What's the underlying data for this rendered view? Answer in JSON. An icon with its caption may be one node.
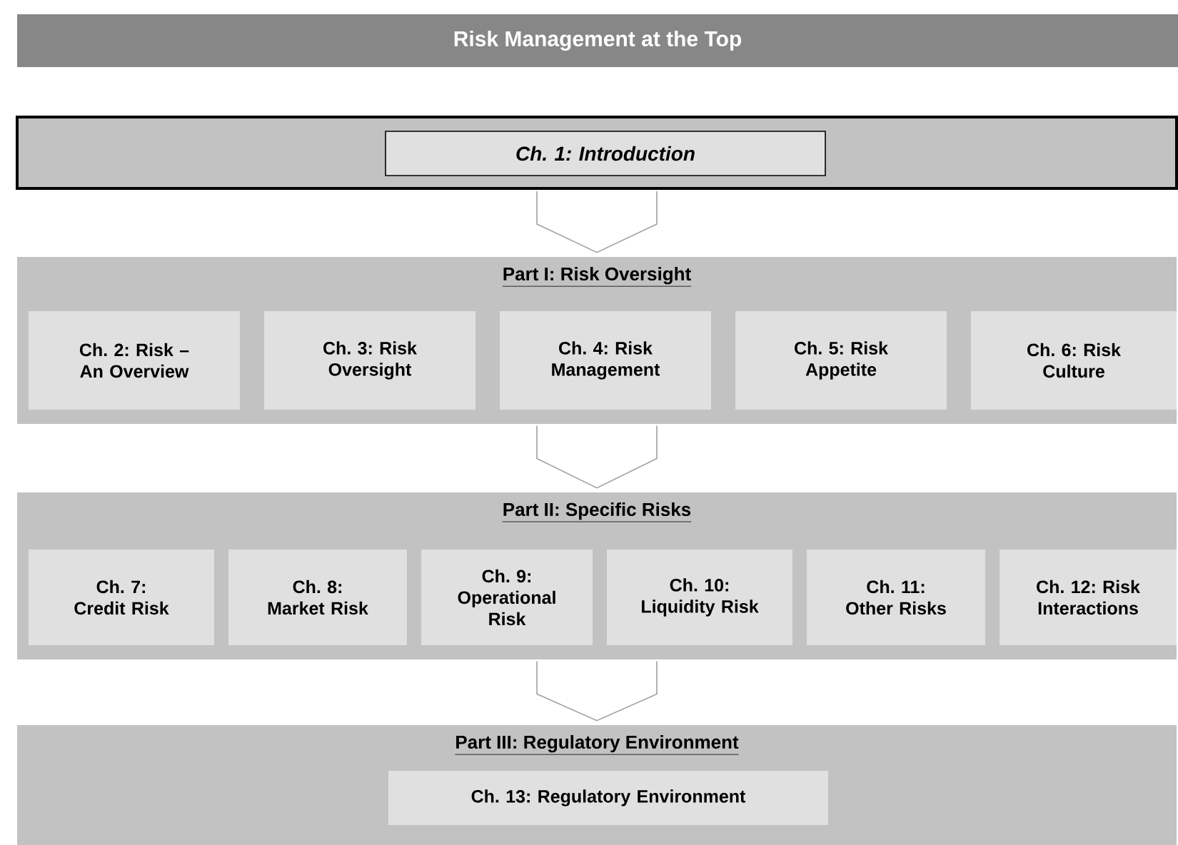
{
  "diagram": {
    "title": "Risk Management at the Top",
    "nodes": [
      {
        "text": [],
        "shape": "box"
      },
      {
        "text": [
          "Ch. 1: Introduction"
        ],
        "in": 0
      },
      {
        "text": [
          "Part I: Risk Oversight"
        ]
      },
      {
        "text": [
          "Ch. 2: Risk – An Overview"
        ],
        "in": 2
      },
      {
        "text": [
          "Ch. 3: Risk Oversight"
        ],
        "in": 2
      },
      {
        "text": [
          "Ch. 4: Risk Management"
        ],
        "in": 2
      },
      {
        "text": [
          "Ch. 5: Risk Appetite"
        ],
        "in": 2
      },
      {
        "text": [
          "Ch. 6: Risk Culture"
        ],
        "in": 2
      },
      {
        "text": [
          "Part II: Specific Risks"
        ]
      },
      {
        "text": [
          "Ch. 7: Credit Risk"
        ],
        "in": 8
      },
      {
        "text": [
          "Ch. 8: Market Risk"
        ],
        "in": 8
      },
      {
        "text": [
          "Ch. 9: Operational Risk"
        ],
        "in": 8
      },
      {
        "text": [
          "Ch. 10: Liquidity Risk"
        ],
        "in": 8
      },
      {
        "text": [
          "Ch. 11: Other Risks"
        ],
        "in": 8
      },
      {
        "text": [
          "Ch. 12: Risk Interactions"
        ],
        "in": 8
      },
      {
        "text": [
          "Part III: Regulatory Environment"
        ]
      },
      {
        "text": [
          "Ch. 13: Regulatory Environment"
        ],
        "in": 15
      }
    ],
    "edges": [
      {
        "from": 0,
        "to": 2,
        "arrow": "to"
      },
      {
        "from": 2,
        "to": 8,
        "arrow": "to"
      },
      {
        "from": 8,
        "to": 15,
        "arrow": "to"
      }
    ]
  }
}
